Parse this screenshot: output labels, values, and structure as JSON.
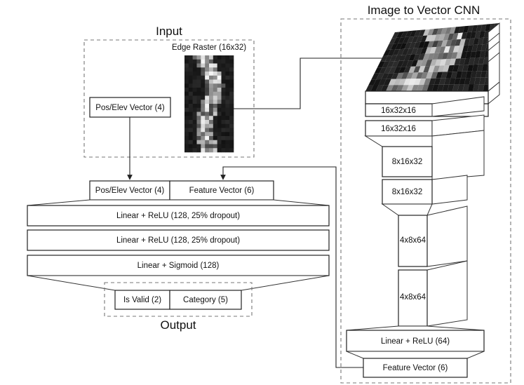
{
  "input": {
    "title": "Input",
    "edge_raster_label": "Edge Raster (16x32)",
    "pos_elev_label": "Pos/Elev Vector (4)"
  },
  "mlp": {
    "concat_pos_elev": "Pos/Elev Vector (4)",
    "concat_feature": "Feature Vector (6)",
    "layer1": "Linear + ReLU (128, 25% dropout)",
    "layer2": "Linear + ReLU (128, 25% dropout)",
    "layer3": "Linear + Sigmoid (128)"
  },
  "output": {
    "title": "Output",
    "is_valid": "Is Valid (2)",
    "category": "Category (5)"
  },
  "cnn": {
    "title": "Image to Vector CNN",
    "conv1": "16x32x16",
    "conv2": "16x32x16",
    "conv3": "8x16x32",
    "conv4": "8x16x32",
    "conv5": "4x8x64",
    "conv6": "4x8x64",
    "linear": "Linear + ReLU (64)",
    "feature": "Feature Vector (6)"
  }
}
